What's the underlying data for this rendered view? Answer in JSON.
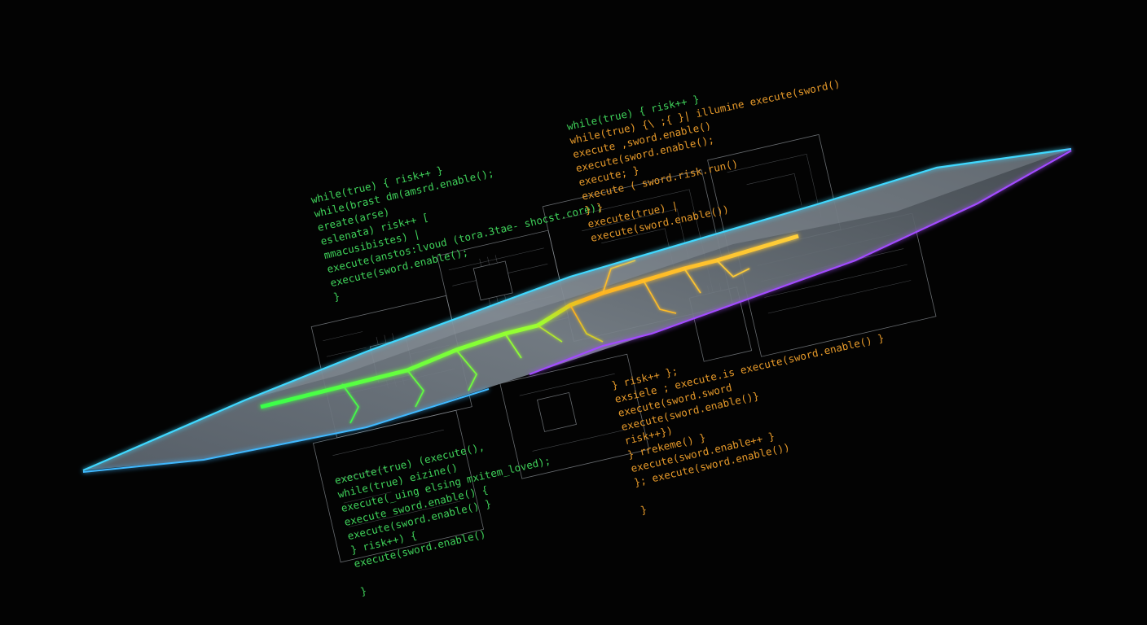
{
  "colors": {
    "background": "#030303",
    "code_green": "#3fd25a",
    "code_orange": "#e79a2a",
    "edge_cyan": "#3fd8ff",
    "edge_purple": "#a24bff",
    "crack_green": "#39ff4a",
    "crack_orange": "#ffb21e"
  },
  "code_blocks": {
    "upper_left": [
      "while(true) { risk++ }",
      "while(brast dm(amsrd.enable();",
      " ereate(arse)",
      " eslenata) risk++ [",
      " mmacusibistes) |",
      "    execute(anstos:lvoud (tora.3tae- shocst.core);",
      "    execute(sword.enable();",
      "  }"
    ],
    "upper_right": [
      "while(true) { risk++ }",
      "while(true) {\\ ;{  }|  illumine execute(sword()",
      "  execute ,sword.enable()",
      "   execute(sword.enable();",
      "   execute; }",
      "    execute ( sword.risk.run()",
      " }  }",
      "  execute(true) |",
      "   execute(sword.enable())"
    ],
    "lower_left": [
      "execute(true) (execute(),",
      "  while(true) eizine()",
      "  execute(_uing elsing mxitem_loved);",
      "  execute sword.enable() {",
      "  execute(sword.enable() }",
      "} risk++) {",
      "  execute(sword.enable()",
      "",
      "}"
    ],
    "lower_right": [
      "  } risk++ };",
      "  exsiele ; execute.is  execute(sword.enable() }",
      "  execute(sword.sword",
      "    execute(sword.enable()}",
      "   risk++})",
      "}  rrekeme() }",
      "     execute(sword.enable++ }",
      "};  execute(sword.enable())",
      "",
      " }"
    ]
  }
}
